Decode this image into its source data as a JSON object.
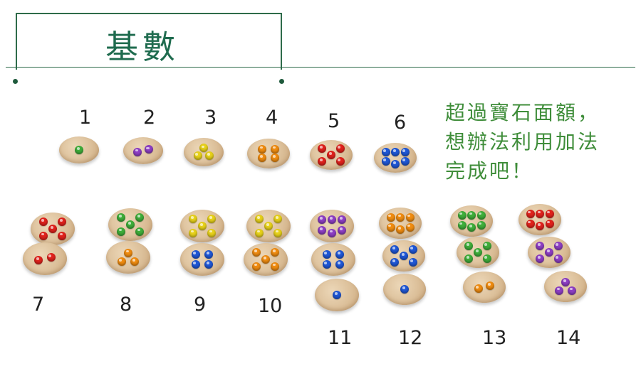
{
  "header": {
    "title": "基數"
  },
  "note": {
    "lines": [
      "超過寶石面額，",
      "想辦法利用加法",
      "完成吧！"
    ]
  },
  "labels": [
    "1",
    "2",
    "3",
    "4",
    "5",
    "6",
    "7",
    "8",
    "9",
    "10",
    "11",
    "12",
    "13",
    "14"
  ],
  "colors": {
    "accent": "#2e6b4a",
    "title": "#1e6b4e",
    "note": "#3f8d3a"
  },
  "stacks": [
    {
      "number": 1,
      "discs": [
        {
          "gems": 1,
          "color": "green"
        }
      ]
    },
    {
      "number": 2,
      "discs": [
        {
          "gems": 2,
          "color": "purple"
        }
      ]
    },
    {
      "number": 3,
      "discs": [
        {
          "gems": 3,
          "color": "yellow"
        }
      ]
    },
    {
      "number": 4,
      "discs": [
        {
          "gems": 4,
          "color": "orange"
        }
      ]
    },
    {
      "number": 5,
      "discs": [
        {
          "gems": 5,
          "color": "red"
        }
      ]
    },
    {
      "number": 6,
      "discs": [
        {
          "gems": 6,
          "color": "blue"
        }
      ]
    },
    {
      "number": 7,
      "discs": [
        {
          "gems": 5,
          "color": "red"
        },
        {
          "gems": 2,
          "color": "red"
        }
      ]
    },
    {
      "number": 8,
      "discs": [
        {
          "gems": 5,
          "color": "green"
        },
        {
          "gems": 3,
          "color": "orange"
        }
      ]
    },
    {
      "number": 9,
      "discs": [
        {
          "gems": 5,
          "color": "yellow"
        },
        {
          "gems": 4,
          "color": "blue"
        }
      ]
    },
    {
      "number": 10,
      "discs": [
        {
          "gems": 5,
          "color": "yellow"
        },
        {
          "gems": 5,
          "color": "orange"
        }
      ]
    },
    {
      "number": 11,
      "discs": [
        {
          "gems": 6,
          "color": "purple"
        },
        {
          "gems": 4,
          "color": "blue"
        },
        {
          "gems": 1,
          "color": "blue"
        }
      ]
    },
    {
      "number": 12,
      "discs": [
        {
          "gems": 6,
          "color": "orange"
        },
        {
          "gems": 5,
          "color": "blue"
        },
        {
          "gems": 1,
          "color": "blue"
        }
      ]
    },
    {
      "number": 13,
      "discs": [
        {
          "gems": 6,
          "color": "green"
        },
        {
          "gems": 5,
          "color": "green"
        },
        {
          "gems": 2,
          "color": "orange"
        }
      ]
    },
    {
      "number": 14,
      "discs": [
        {
          "gems": 6,
          "color": "red"
        },
        {
          "gems": 5,
          "color": "purple"
        },
        {
          "gems": 3,
          "color": "purple"
        }
      ]
    }
  ]
}
